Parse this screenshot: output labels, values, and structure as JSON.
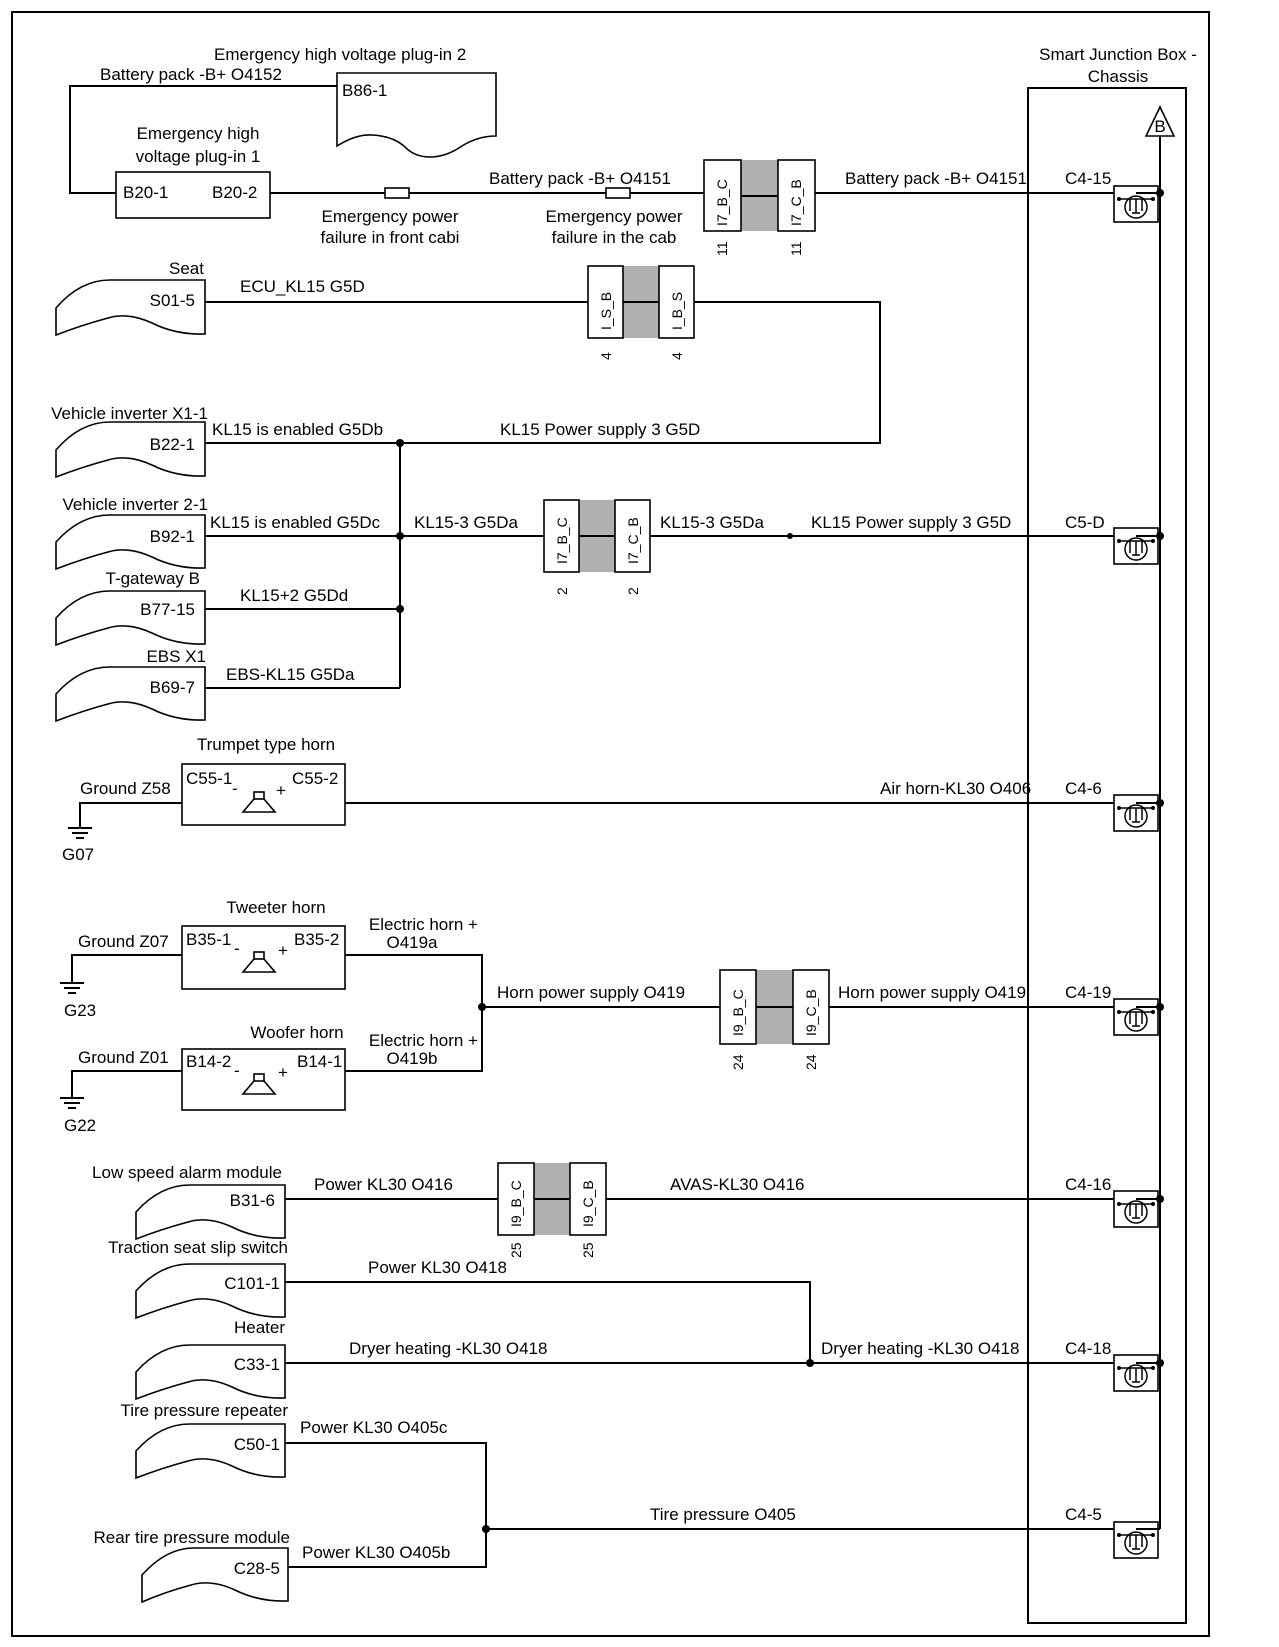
{
  "sjb": {
    "title1": "Smart Junction Box -",
    "title2": "Chassis",
    "ref": "B"
  },
  "battery": {
    "top_label": "Battery pack -B+ O4152",
    "plug2_title": "Emergency high voltage plug-in 2",
    "plug2_pin": "B86-1",
    "plug1_title1": "Emergency high",
    "plug1_title2": "voltage plug-in 1",
    "pin_b201": "B20-1",
    "pin_b202": "B20-2",
    "fuse1_l1": "Emergency power",
    "fuse1_l2": "failure in front cabi",
    "mid_label": "Battery pack -B+ O4151",
    "fuse2_l1": "Emergency power",
    "fuse2_l2": "failure in the cab",
    "conn_a": "I7_B_C",
    "conn_b": "I7_C_B",
    "conn_pin_a": "11",
    "conn_pin_b": "11",
    "right_label": "Battery pack -B+ O4151",
    "sjb_pin": "C4-15"
  },
  "seat": {
    "title": "Seat",
    "pin": "S01-5",
    "wire": "ECU_KL15 G5D",
    "conn_a": "I_S_B",
    "conn_b": "I_B_S",
    "conn_pin_a": "4",
    "conn_pin_b": "4"
  },
  "inverter1": {
    "title": "Vehicle inverter X1-1",
    "pin": "B22-1",
    "wire": "KL15 is enabled G5Db",
    "long_wire": "KL15 Power supply 3 G5D"
  },
  "inverter2": {
    "title": "Vehicle inverter 2-1",
    "pin": "B92-1",
    "wire": "KL15 is enabled G5Dc",
    "mid_wire": "KL15-3 G5Da",
    "conn_a": "I7_B_C",
    "conn_b": "I7_C_B",
    "conn_pin_a": "2",
    "conn_pin_b": "2",
    "wire_after": "KL15-3 G5Da",
    "right_label": "KL15 Power supply 3 G5D",
    "sjb_pin": "C5-D"
  },
  "tgateway": {
    "title": "T-gateway B",
    "pin": "B77-15",
    "wire": "KL15+2 G5Dd"
  },
  "ebs": {
    "title": "EBS X1",
    "pin": "B69-7",
    "wire": "EBS-KL15 G5Da"
  },
  "trumpet": {
    "title": "Trumpet type horn",
    "pin_l": "C55-1",
    "pin_r": "C55-2",
    "minus": "-",
    "plus": "+",
    "ground": "Ground Z58",
    "gnd": "G07",
    "right_label": "Air horn-KL30 O406",
    "sjb_pin": "C4-6"
  },
  "tweeter": {
    "title": "Tweeter horn",
    "pin_l": "B35-1",
    "pin_r": "B35-2",
    "minus": "-",
    "plus": "+",
    "ground": "Ground Z07",
    "gnd": "G23",
    "wire1": "Electric horn +",
    "wire2": "O419a"
  },
  "woofer": {
    "title": "Woofer horn",
    "pin_l": "B14-2",
    "pin_r": "B14-1",
    "minus": "-",
    "plus": "+",
    "ground": "Ground Z01",
    "gnd": "G22",
    "wire1": "Electric horn +",
    "wire2": "O419b"
  },
  "horn_supply": {
    "left_label": "Horn power supply O419",
    "conn_a": "I9_B_C",
    "conn_b": "I9_C_B",
    "conn_pin_a": "24",
    "conn_pin_b": "24",
    "right_label": "Horn power supply O419",
    "sjb_pin": "C4-19"
  },
  "lowspeed": {
    "title": "Low speed alarm module",
    "pin": "B31-6",
    "wire": "Power KL30 O416",
    "conn_a": "I9_B_C",
    "conn_b": "I9_C_B",
    "conn_pin_a": "25",
    "conn_pin_b": "25",
    "right_label": "AVAS-KL30 O416",
    "sjb_pin": "C4-16"
  },
  "traction": {
    "title": "Traction seat slip switch",
    "pin": "C101-1",
    "wire": "Power KL30 O418"
  },
  "heater": {
    "title": "Heater",
    "pin": "C33-1",
    "wire": "Dryer heating -KL30 O418",
    "right_label": "Dryer heating -KL30 O418",
    "sjb_pin": "C4-18"
  },
  "tire_rep": {
    "title": "Tire pressure repeater",
    "pin": "C50-1",
    "wire": "Power KL30 O405c"
  },
  "tire_rear": {
    "title": "Rear tire pressure module",
    "pin": "C28-5",
    "wire": "Power KL30 O405b",
    "right_label": "Tire pressure O405",
    "sjb_pin": "C4-5"
  }
}
